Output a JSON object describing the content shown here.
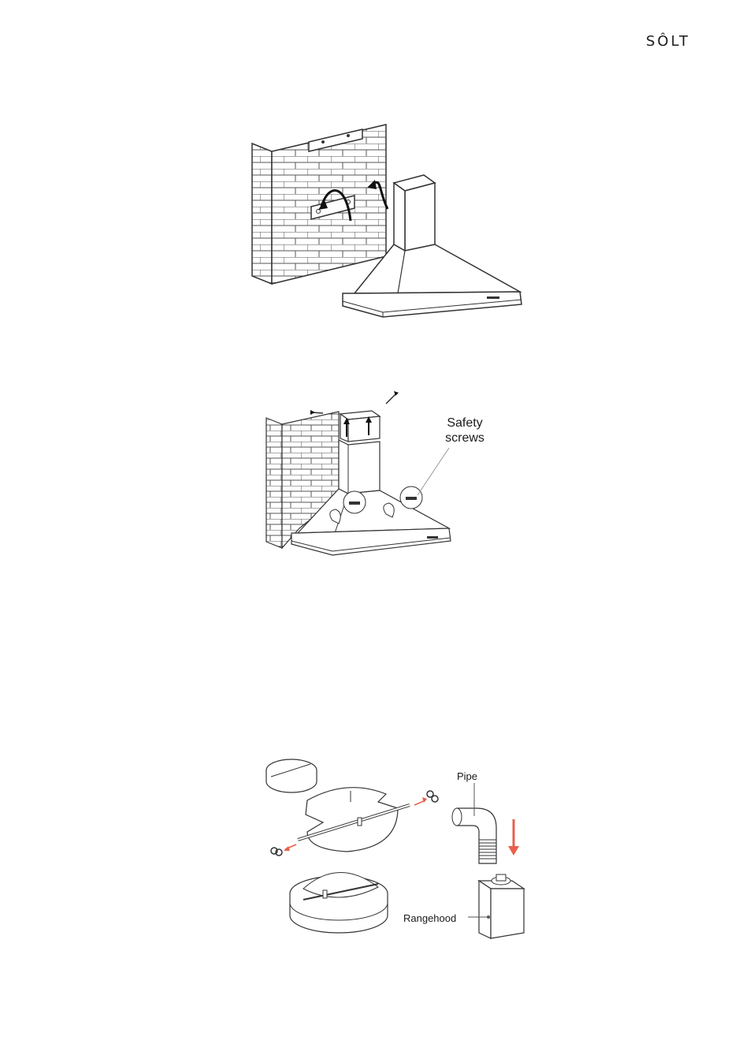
{
  "brand": {
    "logo_text": "SÔLT"
  },
  "figure_2": {
    "callout_line1": "Safety",
    "callout_line2": "screws"
  },
  "figure_3": {
    "pipe_label": "Pipe",
    "rangehood_label": "Rangehood",
    "arrow_color": "#e8604c"
  }
}
